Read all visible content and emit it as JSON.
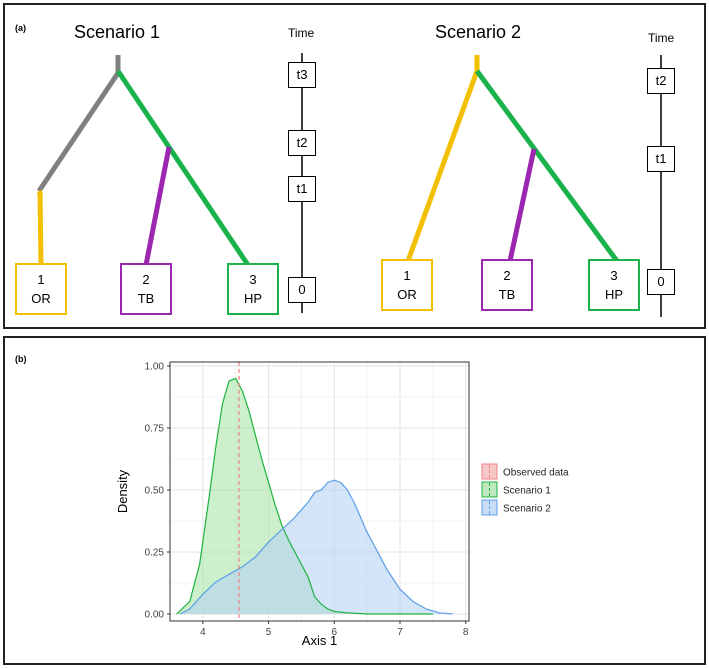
{
  "panel_a": {
    "tag": "(a)",
    "scenario1": {
      "title": "Scenario 1",
      "leaves": [
        {
          "num": "1",
          "code": "OR"
        },
        {
          "num": "2",
          "code": "TB"
        },
        {
          "num": "3",
          "code": "HP"
        }
      ],
      "time_label": "Time",
      "times": [
        "t3",
        "t2",
        "t1",
        "0"
      ]
    },
    "scenario2": {
      "title": "Scenario 2",
      "leaves": [
        {
          "num": "1",
          "code": "OR"
        },
        {
          "num": "2",
          "code": "TB"
        },
        {
          "num": "3",
          "code": "HP"
        }
      ],
      "time_label": "Time",
      "times": [
        "t2",
        "t1",
        "0"
      ]
    },
    "colors": {
      "OR": "#f2c000",
      "TB": "#9b27b0",
      "HP": "#19b24b",
      "ancestral": "#808080"
    }
  },
  "panel_b": {
    "tag": "(b)"
  },
  "chart_data": {
    "type": "area",
    "xlabel": "Axis 1",
    "ylabel": "Density",
    "xlim": [
      3.5,
      8.05
    ],
    "ylim": [
      0,
      1.0
    ],
    "x_ticks": [
      "4",
      "5",
      "6",
      "7",
      "8"
    ],
    "y_ticks": [
      "0.00",
      "0.25",
      "0.50",
      "0.75",
      "1.00"
    ],
    "grid": true,
    "legend_position": "right",
    "observed": {
      "name": "Observed data",
      "x": 4.55,
      "color": "#f08080"
    },
    "series": [
      {
        "name": "Scenario 1",
        "color": "#1db33f",
        "fill": "#a8e6a8",
        "x": [
          3.6,
          3.8,
          3.95,
          4.1,
          4.2,
          4.3,
          4.4,
          4.5,
          4.6,
          4.7,
          4.8,
          4.9,
          5.0,
          5.1,
          5.2,
          5.3,
          5.4,
          5.5,
          5.6,
          5.7,
          5.8,
          5.9,
          6.0,
          6.2,
          6.5,
          7.0,
          7.5
        ],
        "y": [
          0.0,
          0.05,
          0.2,
          0.48,
          0.68,
          0.85,
          0.94,
          0.95,
          0.9,
          0.82,
          0.72,
          0.62,
          0.53,
          0.44,
          0.36,
          0.3,
          0.25,
          0.2,
          0.15,
          0.07,
          0.04,
          0.02,
          0.01,
          0.005,
          0.0,
          0.0,
          0.0
        ]
      },
      {
        "name": "Scenario 2",
        "color": "#5b9ee8",
        "fill": "#b8d2f5",
        "x": [
          3.65,
          3.8,
          4.0,
          4.2,
          4.4,
          4.6,
          4.8,
          5.0,
          5.2,
          5.4,
          5.5,
          5.6,
          5.7,
          5.8,
          5.9,
          6.0,
          6.1,
          6.2,
          6.3,
          6.4,
          6.5,
          6.6,
          6.8,
          7.0,
          7.2,
          7.4,
          7.6,
          7.8
        ],
        "y": [
          0.0,
          0.02,
          0.08,
          0.13,
          0.16,
          0.19,
          0.23,
          0.29,
          0.34,
          0.39,
          0.42,
          0.45,
          0.49,
          0.5,
          0.53,
          0.54,
          0.53,
          0.5,
          0.45,
          0.39,
          0.33,
          0.28,
          0.18,
          0.1,
          0.05,
          0.02,
          0.005,
          0.0
        ]
      }
    ]
  }
}
